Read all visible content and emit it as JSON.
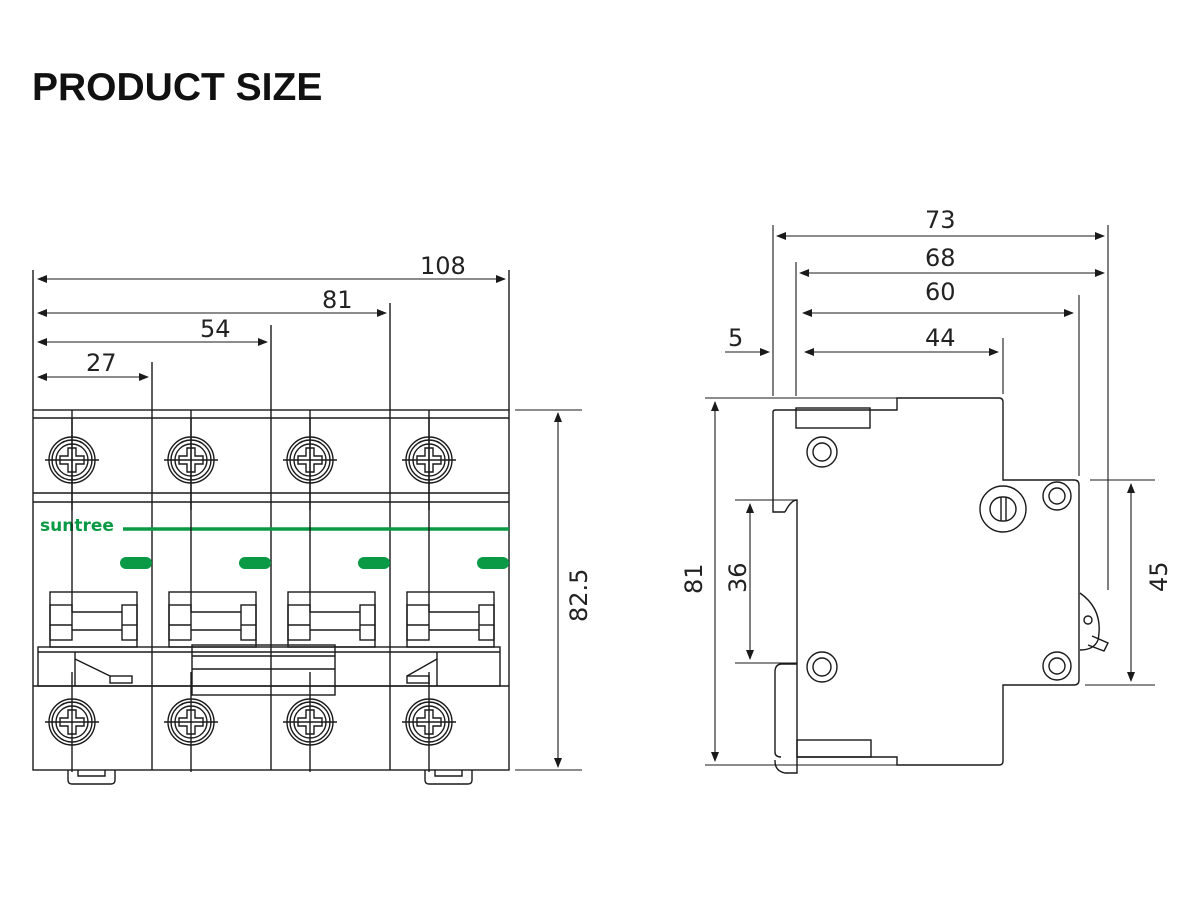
{
  "title": "PRODUCT SIZE",
  "colors": {
    "brand_green": "#0a9a45",
    "line": "#1a1a1a"
  },
  "front_view": {
    "brand": "suntree",
    "poles": 4,
    "dimensions": {
      "width_4p": "108",
      "width_3p": "81",
      "width_2p": "54",
      "width_1p": "27",
      "height": "82.5"
    }
  },
  "side_view": {
    "dimensions": {
      "depth_total": "73",
      "depth_68": "68",
      "depth_60": "60",
      "depth_44": "44",
      "offset": "5",
      "height": "81",
      "rail": "36",
      "front_height": "45"
    }
  }
}
